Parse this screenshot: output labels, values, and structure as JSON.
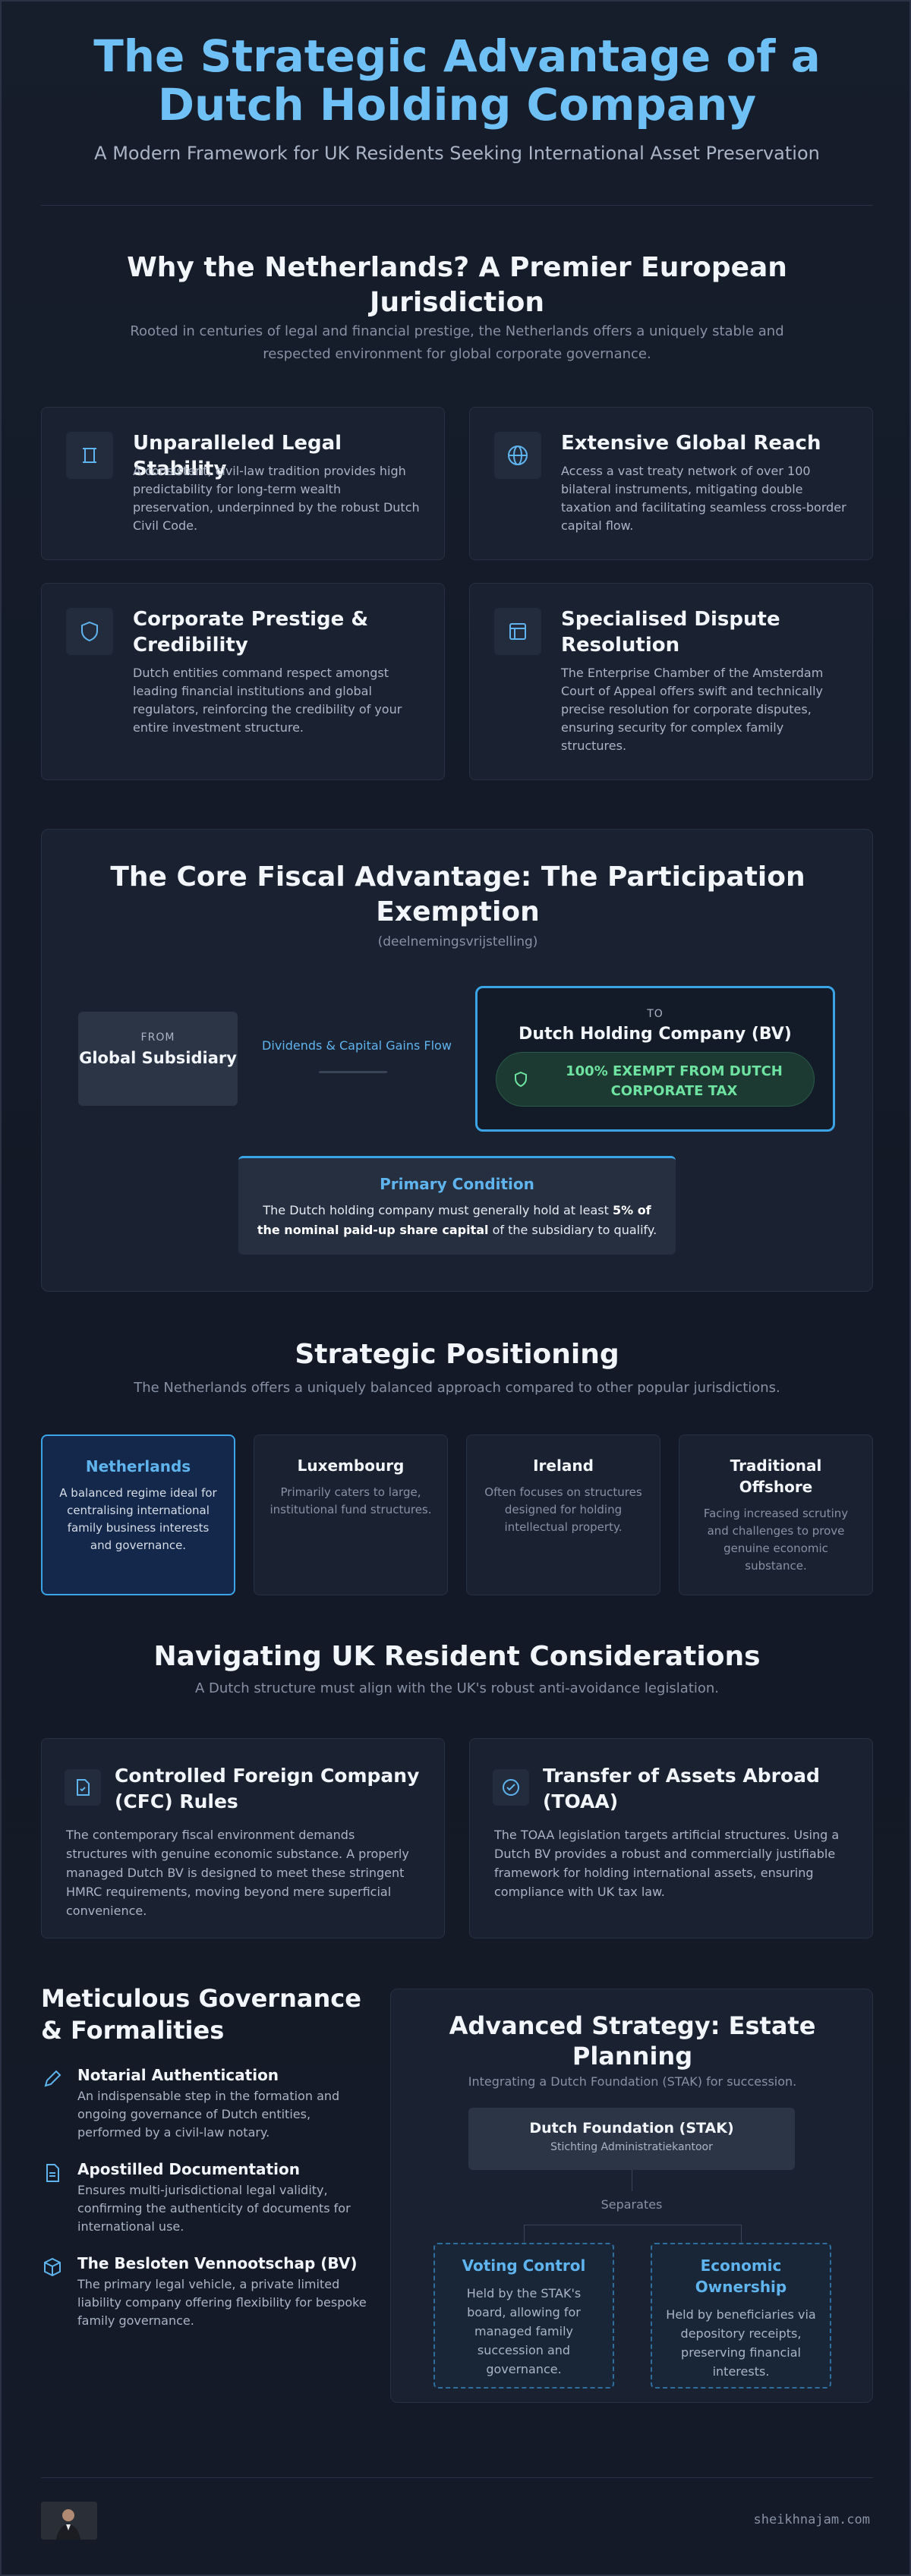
{
  "header": {
    "title": "The Strategic Advantage of a Dutch Holding Company",
    "subtitle": "A Modern Framework for UK Residents Seeking International Asset Preservation"
  },
  "why": {
    "heading": "Why the Netherlands? A Premier European Jurisdiction",
    "lead": "Rooted in centuries of legal and financial prestige, the Netherlands offers a uniquely stable and respected environment for global corporate governance.",
    "cards": [
      {
        "title": "Unparalleled Legal Stability",
        "body": "A consistent, civil-law tradition provides high predictability for long-term wealth preservation, underpinned by the robust Dutch Civil Code.",
        "icon": "pillar-icon"
      },
      {
        "title": "Extensive Global Reach",
        "body": "Access a vast treaty network of over 100 bilateral instruments, mitigating double taxation and facilitating seamless cross-border capital flow.",
        "icon": "globe-icon"
      },
      {
        "title": "Corporate Prestige & Credibility",
        "body": "Dutch entities command respect amongst leading financial institutions and global regulators, reinforcing the credibility of your entire investment structure.",
        "icon": "shield-icon"
      },
      {
        "title": "Specialised Dispute Resolution",
        "body": "The Enterprise Chamber of the Amsterdam Court of Appeal offers swift and technically precise resolution for corporate disputes, ensuring security for complex family structures.",
        "icon": "layout-icon"
      }
    ]
  },
  "fiscal": {
    "heading": "The Core Fiscal Advantage: The Participation Exemption",
    "subheading": "(deelnemingsvrijstelling)",
    "from_label": "FROM",
    "from_name": "Global Subsidiary",
    "flow_label": "Dividends & Capital Gains Flow",
    "to_label": "TO",
    "to_name": "Dutch Holding Company (BV)",
    "exempt_text": "100% EXEMPT FROM DUTCH CORPORATE TAX",
    "condition_title": "Primary Condition",
    "condition_pre": "The Dutch holding company must generally hold at least ",
    "condition_bold": "5% of the nominal paid-up share capital",
    "condition_post": " of the subsidiary to qualify."
  },
  "positioning": {
    "heading": "Strategic Positioning",
    "lead": "The Netherlands offers a uniquely balanced approach compared to other popular jurisdictions.",
    "items": [
      {
        "title": "Netherlands",
        "body": "A balanced regime ideal for centralising international family business interests and governance."
      },
      {
        "title": "Luxembourg",
        "body": "Primarily caters to large, institutional fund structures."
      },
      {
        "title": "Ireland",
        "body": "Often focuses on structures designed for holding intellectual property."
      },
      {
        "title": "Traditional Offshore",
        "body": "Facing increased scrutiny and challenges to prove genuine economic substance."
      }
    ]
  },
  "uk": {
    "heading": "Navigating UK Resident Considerations",
    "lead": "A Dutch structure must align with the UK's robust anti-avoidance legislation.",
    "cards": [
      {
        "title": "Controlled Foreign Company (CFC) Rules",
        "body": "The contemporary fiscal environment demands structures with genuine economic substance. A properly managed Dutch BV is designed to meet these stringent HMRC requirements, moving beyond mere superficial convenience.",
        "icon": "document-check-icon"
      },
      {
        "title": "Transfer of Assets Abroad (TOAA)",
        "body": "The TOAA legislation targets artificial structures. Using a Dutch BV provides a robust and commercially justifiable framework for holding international assets, ensuring compliance with UK tax law.",
        "icon": "check-badge-icon"
      }
    ]
  },
  "governance": {
    "heading": "Meticulous Governance & Formalities",
    "items": [
      {
        "title": "Notarial Authentication",
        "body": "An indispensable step in the formation and ongoing governance of Dutch entities, performed by a civil-law notary.",
        "icon": "pen-icon"
      },
      {
        "title": "Apostilled Documentation",
        "body": "Ensures multi-jurisdictional legal validity, confirming the authenticity of documents for international use.",
        "icon": "file-icon"
      },
      {
        "title": "The Besloten Vennootschap (BV)",
        "body": "The primary legal vehicle, a private limited liability company offering flexibility for bespoke family governance.",
        "icon": "cube-icon"
      }
    ]
  },
  "estate": {
    "heading": "Advanced Strategy: Estate Planning",
    "lead": "Integrating a Dutch Foundation (STAK) for succession.",
    "stak_name": "Dutch Foundation (STAK)",
    "stak_sub": "Stichting Administratiekantoor",
    "separates": "Separates",
    "left_title": "Voting Control",
    "left_body": "Held by the STAK's board, allowing for managed family succession and governance.",
    "right_title": "Economic Ownership",
    "right_body": "Held by beneficiaries via depository receipts, preserving financial interests."
  },
  "footer": {
    "url": "sheikhnajam.com"
  },
  "colors": {
    "accent": "#6ec0f5",
    "success": "#6ee2a0",
    "background": "#141a27"
  }
}
